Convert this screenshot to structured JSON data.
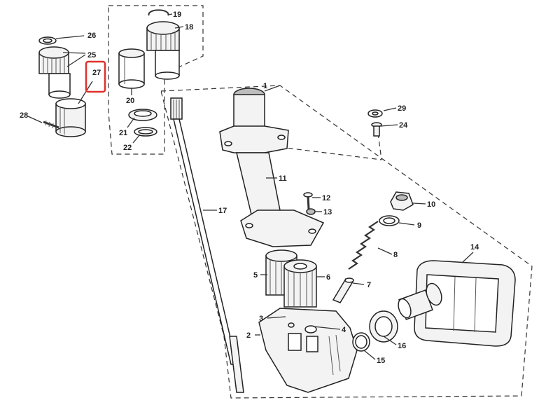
{
  "highlight_color": "#e0302b",
  "callouts": [
    {
      "id": "c1",
      "text": "1"
    },
    {
      "id": "c2",
      "text": "2"
    },
    {
      "id": "c3",
      "text": "3"
    },
    {
      "id": "c4",
      "text": "4"
    },
    {
      "id": "c5",
      "text": "5"
    },
    {
      "id": "c6",
      "text": "6"
    },
    {
      "id": "c7",
      "text": "7"
    },
    {
      "id": "c8",
      "text": "8"
    },
    {
      "id": "c9",
      "text": "9"
    },
    {
      "id": "c10",
      "text": "10"
    },
    {
      "id": "c11",
      "text": "11"
    },
    {
      "id": "c12",
      "text": "12"
    },
    {
      "id": "c13",
      "text": "13"
    },
    {
      "id": "c14",
      "text": "14"
    },
    {
      "id": "c15",
      "text": "15"
    },
    {
      "id": "c16",
      "text": "16"
    },
    {
      "id": "c17",
      "text": "17"
    },
    {
      "id": "c18",
      "text": "18"
    },
    {
      "id": "c19",
      "text": "19"
    },
    {
      "id": "c20",
      "text": "20"
    },
    {
      "id": "c21",
      "text": "21"
    },
    {
      "id": "c22",
      "text": "22"
    },
    {
      "id": "c24",
      "text": "24"
    },
    {
      "id": "c25",
      "text": "25"
    },
    {
      "id": "c26",
      "text": "26"
    },
    {
      "id": "c27",
      "text": "27"
    },
    {
      "id": "c28",
      "text": "28"
    },
    {
      "id": "c29",
      "text": "29"
    }
  ]
}
